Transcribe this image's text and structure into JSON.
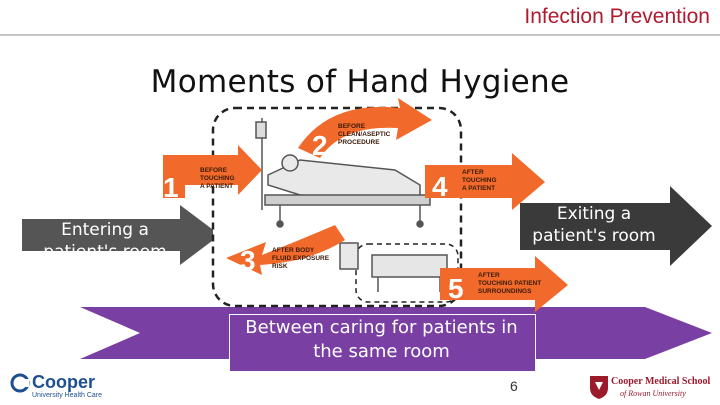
{
  "header": {
    "title": "Infection Prevention"
  },
  "slide": {
    "title": "Moments of Hand Hygiene",
    "page_number": "6"
  },
  "arrows": {
    "entering": "Entering a patient's room",
    "exiting": "Exiting a patient's room",
    "between": "Between caring for patients in the same room"
  },
  "diagram": {
    "moments": [
      {
        "number": "1",
        "label": "BEFORE TOUCHING A PATIENT"
      },
      {
        "number": "2",
        "label": "BEFORE CLEAN/ASEPTIC PROCEDURE"
      },
      {
        "number": "3",
        "label": "AFTER BODY FLUID EXPOSURE RISK"
      },
      {
        "number": "4",
        "label": "AFTER TOUCHING A PATIENT"
      },
      {
        "number": "5",
        "label": "AFTER TOUCHING PATIENT SURROUNDINGS"
      }
    ]
  },
  "footer": {
    "left_logo_name": "Cooper",
    "left_logo_sub": "University Health Care",
    "right_logo_line1": "Cooper Medical School",
    "right_logo_line2": "of Rowan University"
  },
  "colors": {
    "accent": "#b11a2e",
    "arrow_purple": "#7a3fa3",
    "arrow_dark": "#4a4a4a",
    "moment_orange": "#f26a2b"
  },
  "icons": [
    "cooper-logo-icon",
    "rowan-shield-icon"
  ]
}
